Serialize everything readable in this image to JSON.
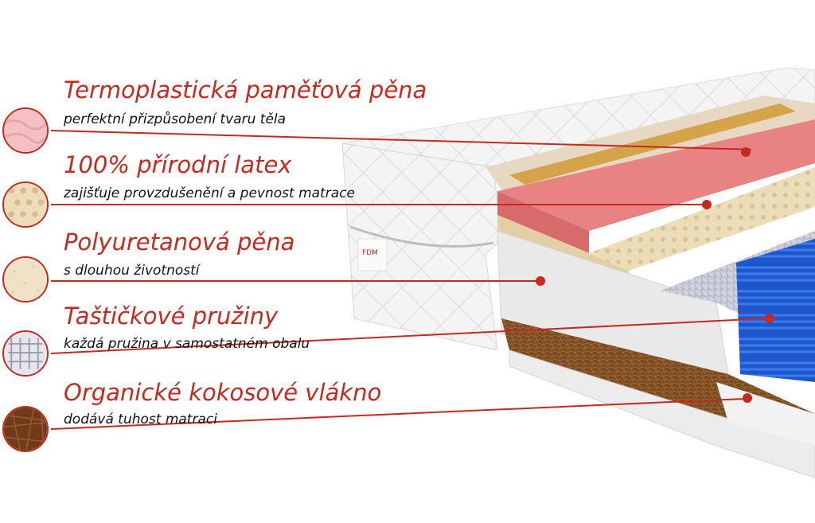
{
  "brand": {
    "logo_text": "FDM",
    "accent_color": "#c8291e"
  },
  "layers": [
    {
      "title": "Termoplastická paměťová pěna",
      "description": "perfektní přizpůsobení tvaru těla",
      "swatch_icon": "memory-foam-icon"
    },
    {
      "title": "100% přírodní latex",
      "description": "zajišťuje provzdušenění a pevnost matrace",
      "swatch_icon": "latex-icon"
    },
    {
      "title": "Polyuretanová pěna",
      "description": "s dlouhou životností",
      "swatch_icon": "polyurethane-foam-icon"
    },
    {
      "title": "Taštičkové pružiny",
      "description": "každá pružina v samostatném obalu",
      "swatch_icon": "pocket-spring-icon"
    },
    {
      "title": "Organické kokosové vlákno",
      "description": "dodává tuhost matraci",
      "swatch_icon": "coconut-fiber-icon"
    }
  ]
}
